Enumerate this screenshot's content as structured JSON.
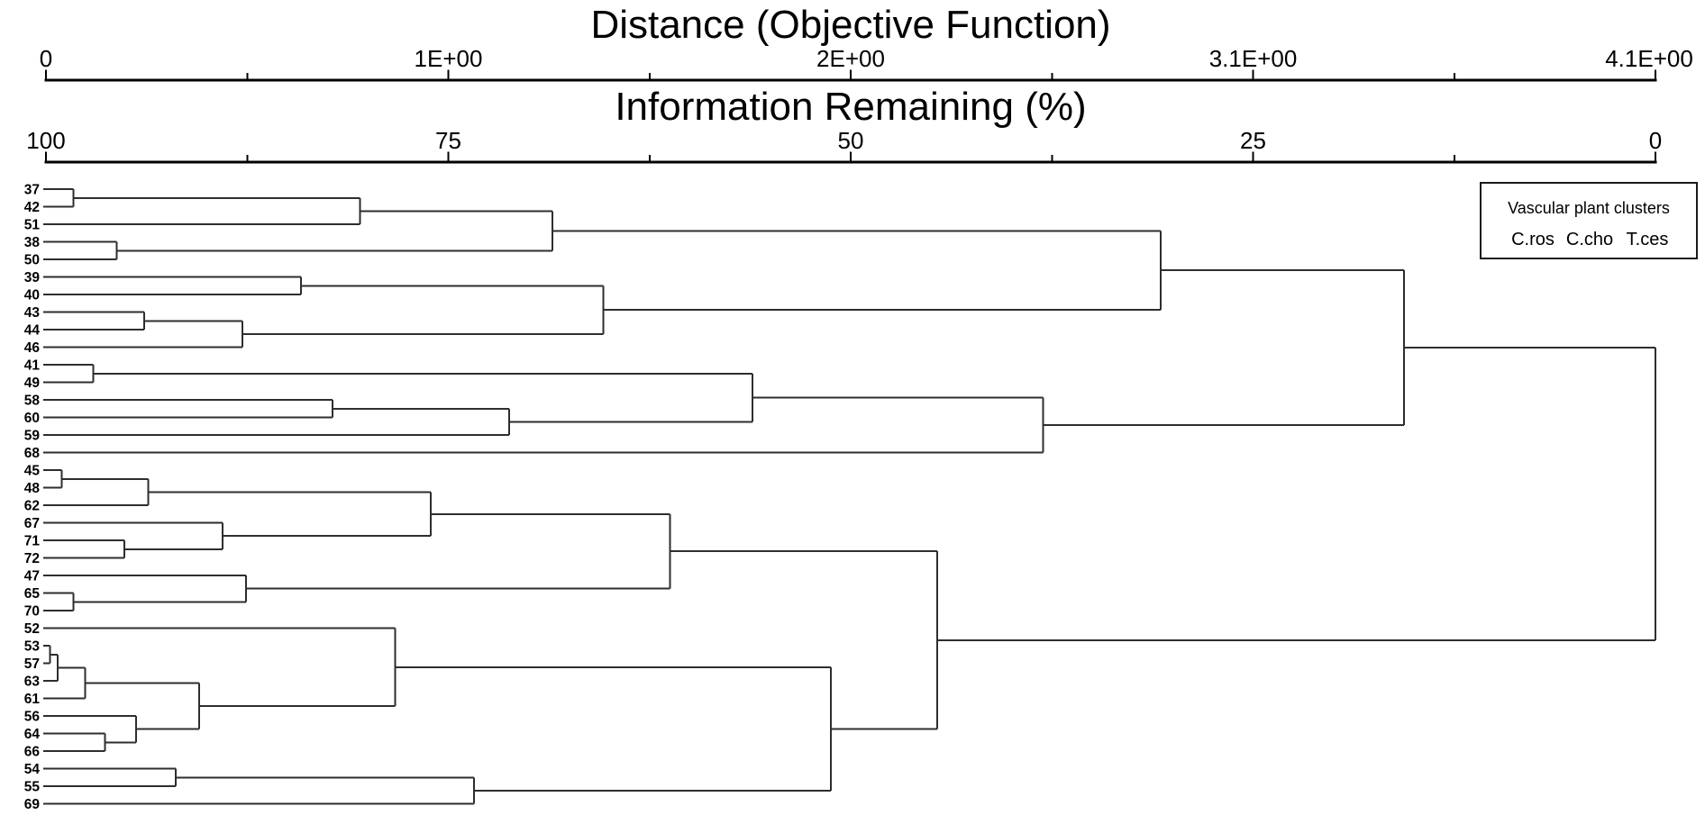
{
  "figure": {
    "background": "#ffffff",
    "line_color": "#2e2e2e",
    "text_color": "#000000"
  },
  "axes": {
    "distance": {
      "title": "Distance (Objective Function)",
      "ticks": [
        "0",
        "1E+00",
        "2E+00",
        "3.1E+00",
        "4.1E+00"
      ]
    },
    "info": {
      "title": "Information Remaining (%)",
      "ticks": [
        "100",
        "75",
        "50",
        "25",
        "0"
      ]
    }
  },
  "legend": {
    "title": "Vascular plant clusters",
    "items": [
      {
        "label": "C.ros",
        "color": "#178472"
      },
      {
        "label": "C.cho",
        "color": "#2929a3"
      },
      {
        "label": "T.ces",
        "color": "#f89c1e"
      }
    ]
  },
  "chart_data": {
    "type": "dendrogram",
    "orientation": "horizontal",
    "distance_axis": {
      "label": "Distance (Objective Function)",
      "range": [
        0,
        4.1
      ]
    },
    "information_axis": {
      "label": "Information Remaining (%)",
      "range": [
        100,
        0
      ]
    },
    "legend_position": "top-right",
    "leaves": [
      {
        "label": "37",
        "species": "C.ros"
      },
      {
        "label": "42",
        "species": "C.ros"
      },
      {
        "label": "51",
        "species": "C.ros"
      },
      {
        "label": "38",
        "species": "C.ros"
      },
      {
        "label": "50",
        "species": "C.ros"
      },
      {
        "label": "39",
        "species": "C.ros"
      },
      {
        "label": "40",
        "species": "C.ros"
      },
      {
        "label": "43",
        "species": "C.ros"
      },
      {
        "label": "44",
        "species": "C.ros"
      },
      {
        "label": "46",
        "species": "C.ros"
      },
      {
        "label": "41",
        "species": "C.cho"
      },
      {
        "label": "49",
        "species": "C.cho"
      },
      {
        "label": "58",
        "species": "C.cho"
      },
      {
        "label": "60",
        "species": "C.cho"
      },
      {
        "label": "59",
        "species": "C.cho"
      },
      {
        "label": "68",
        "species": "C.cho"
      },
      {
        "label": "45",
        "species": "T.ces"
      },
      {
        "label": "48",
        "species": "T.ces"
      },
      {
        "label": "62",
        "species": "T.ces"
      },
      {
        "label": "67",
        "species": "T.ces"
      },
      {
        "label": "71",
        "species": "T.ces"
      },
      {
        "label": "72",
        "species": "T.ces"
      },
      {
        "label": "47",
        "species": "T.ces"
      },
      {
        "label": "65",
        "species": "T.ces"
      },
      {
        "label": "70",
        "species": "T.ces"
      },
      {
        "label": "52",
        "species": "T.ces"
      },
      {
        "label": "53",
        "species": "T.ces"
      },
      {
        "label": "57",
        "species": "T.ces"
      },
      {
        "label": "63",
        "species": "T.ces"
      },
      {
        "label": "61",
        "species": "T.ces"
      },
      {
        "label": "56",
        "species": "T.ces"
      },
      {
        "label": "64",
        "species": "T.ces"
      },
      {
        "label": "66",
        "species": "T.ces"
      },
      {
        "label": "54",
        "species": "T.ces"
      },
      {
        "label": "55",
        "species": "T.ces"
      },
      {
        "label": "69",
        "species": "T.ces"
      }
    ],
    "tree": {
      "d": 4.1,
      "c": [
        {
          "d": 3.46,
          "c": [
            {
              "d": 2.84,
              "c": [
                {
                  "d": 1.29,
                  "c": [
                    {
                      "d": 0.8,
                      "c": [
                        {
                          "d": 0.07,
                          "c": [
                            "37",
                            "42"
                          ]
                        },
                        "51"
                      ]
                    },
                    {
                      "d": 0.18,
                      "c": [
                        "38",
                        "50"
                      ]
                    }
                  ]
                },
                {
                  "d": 1.42,
                  "c": [
                    {
                      "d": 0.65,
                      "c": [
                        "39",
                        "40"
                      ]
                    },
                    {
                      "d": 0.5,
                      "c": [
                        {
                          "d": 0.25,
                          "c": [
                            "43",
                            "44"
                          ]
                        },
                        "46"
                      ]
                    }
                  ]
                }
              ]
            },
            {
              "d": 2.54,
              "c": [
                {
                  "d": 1.8,
                  "c": [
                    {
                      "d": 0.12,
                      "c": [
                        "41",
                        "49"
                      ]
                    },
                    {
                      "d": 1.18,
                      "c": [
                        {
                          "d": 0.73,
                          "c": [
                            "58",
                            "60"
                          ]
                        },
                        "59"
                      ]
                    }
                  ]
                },
                "68"
              ]
            }
          ]
        },
        {
          "d": 2.27,
          "c": [
            {
              "d": 1.59,
              "c": [
                {
                  "d": 0.98,
                  "c": [
                    {
                      "d": 0.26,
                      "c": [
                        {
                          "d": 0.04,
                          "c": [
                            "45",
                            "48"
                          ]
                        },
                        "62"
                      ]
                    },
                    {
                      "d": 0.45,
                      "c": [
                        "67",
                        {
                          "d": 0.2,
                          "c": [
                            "71",
                            "72"
                          ]
                        }
                      ]
                    }
                  ]
                },
                {
                  "d": 0.51,
                  "c": [
                    "47",
                    {
                      "d": 0.07,
                      "c": [
                        "65",
                        "70"
                      ]
                    }
                  ]
                }
              ]
            },
            {
              "d": 2.0,
              "c": [
                {
                  "d": 0.89,
                  "c": [
                    "52",
                    {
                      "d": 0.39,
                      "c": [
                        {
                          "d": 0.1,
                          "c": [
                            {
                              "d": 0.03,
                              "c": [
                                {
                                  "d": 0.01,
                                  "c": [
                                    "53",
                                    "57"
                                  ]
                                },
                                "63"
                              ]
                            },
                            "61"
                          ]
                        },
                        {
                          "d": 0.23,
                          "c": [
                            "56",
                            {
                              "d": 0.15,
                              "c": [
                                "64",
                                "66"
                              ]
                            }
                          ]
                        }
                      ]
                    }
                  ]
                },
                {
                  "d": 1.09,
                  "c": [
                    {
                      "d": 0.33,
                      "c": [
                        "54",
                        "55"
                      ]
                    },
                    "69"
                  ]
                }
              ]
            }
          ]
        }
      ]
    }
  }
}
